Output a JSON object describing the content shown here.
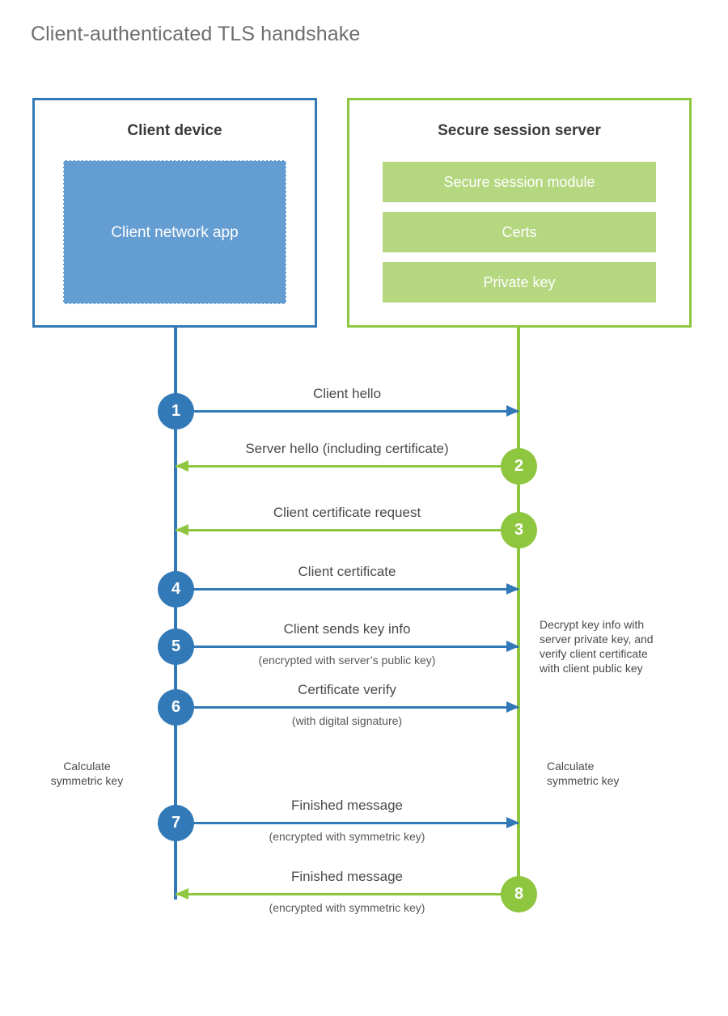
{
  "title": "Client-authenticated TLS handshake",
  "colors": {
    "client_blue": "#3279b7",
    "client_app_fill": "#649dd2",
    "server_green": "#8ec640",
    "server_row_fill": "#b5d780",
    "title_gray": "#6e6e6e",
    "text_gray": "#4a4a4a"
  },
  "client": {
    "title": "Client device",
    "app_label": "Client network app"
  },
  "server": {
    "title": "Secure session server",
    "rows": [
      {
        "label": "Secure session module"
      },
      {
        "label": "Certs"
      },
      {
        "label": "Private key"
      }
    ]
  },
  "messages": [
    {
      "number": "1",
      "direction": "ltr",
      "label": "Client hello",
      "sub": ""
    },
    {
      "number": "2",
      "direction": "rtl",
      "label": "Server hello (including certificate)",
      "sub": ""
    },
    {
      "number": "3",
      "direction": "rtl",
      "label": "Client certificate request",
      "sub": ""
    },
    {
      "number": "4",
      "direction": "ltr",
      "label": "Client certificate",
      "sub": ""
    },
    {
      "number": "5",
      "direction": "ltr",
      "label": "Client sends key info",
      "sub": "(encrypted with server’s public key)"
    },
    {
      "number": "6",
      "direction": "ltr",
      "label": "Certificate verify",
      "sub": "(with digital signature)"
    },
    {
      "number": "7",
      "direction": "ltr",
      "label": "Finished message",
      "sub": "(encrypted with symmetric key)"
    },
    {
      "number": "8",
      "direction": "rtl",
      "label": "Finished message",
      "sub": "(encrypted with symmetric key)"
    }
  ],
  "notes": {
    "server_decrypt": {
      "line1": "Decrypt key info with",
      "line2": "server private key, and",
      "line3": "verify client certificate",
      "line4": "with client public key"
    },
    "client_calc": {
      "line1": "Calculate",
      "line2": "symmetric key"
    },
    "server_calc": {
      "line1": "Calculate",
      "line2": "symmetric key"
    }
  }
}
